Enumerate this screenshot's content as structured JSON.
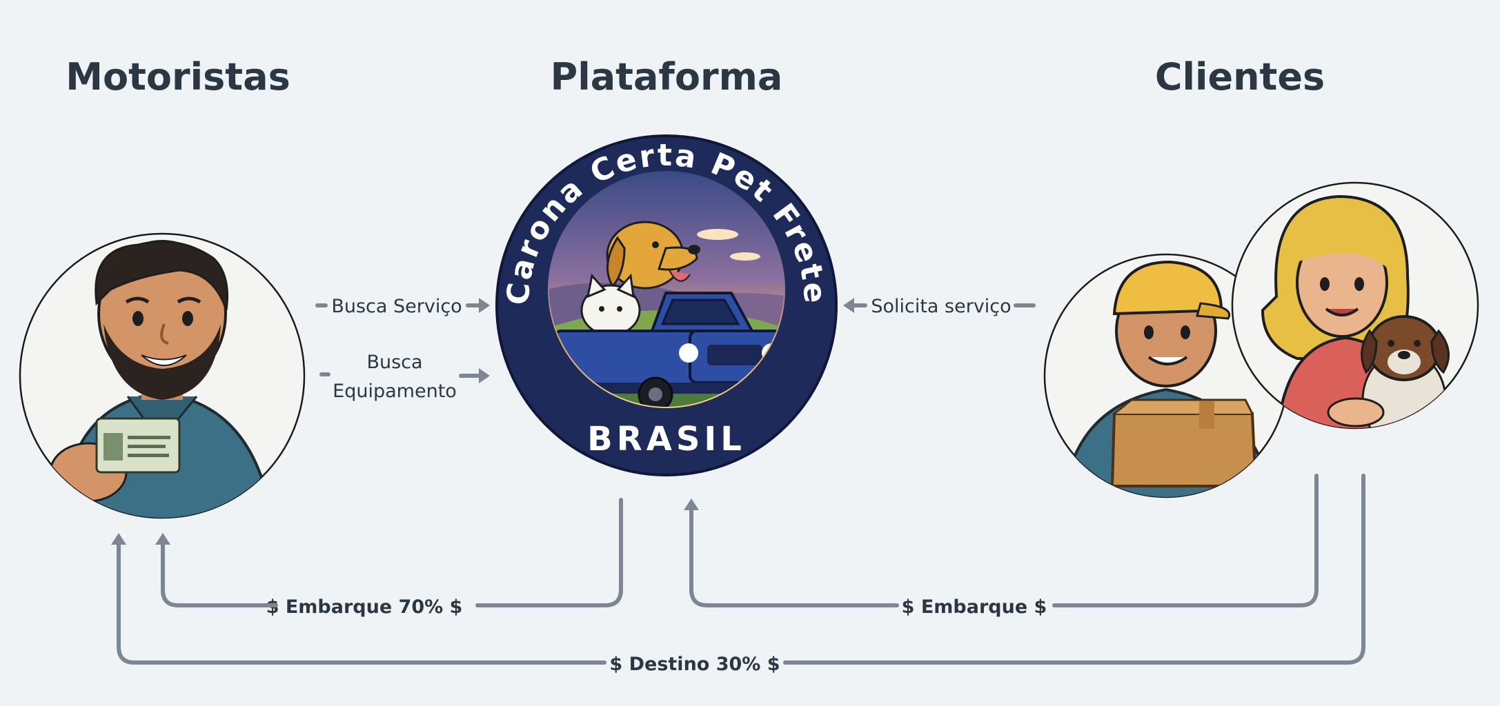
{
  "columns": {
    "drivers": "Motoristas",
    "platform": "Plataforma",
    "clients": "Clientes"
  },
  "logo": {
    "arc_text": "Carona Certa Pet Frete",
    "bottom_text": "BRASIL"
  },
  "flows": {
    "busca_servico": "Busca Serviço",
    "busca_equipamento_line1": "Busca",
    "busca_equipamento_line2": "Equipamento",
    "solicita_servico": "Solicita serviço",
    "embarque_70": "$ Embarque 70%  $",
    "embarque": "$  Embarque $",
    "destino_30": "$  Destino 30%  $"
  },
  "icons": {
    "driver": "driver-with-license-illustration",
    "delivery": "delivery-person-with-box-illustration",
    "pet_owner": "woman-with-dog-illustration",
    "logo": "dog-and-cat-in-pickup-truck-logo"
  },
  "colors": {
    "background": "#eff3f6",
    "heading": "#2b3844",
    "arrow": "#7d8792",
    "logo_navy": "#1d2a5a"
  }
}
